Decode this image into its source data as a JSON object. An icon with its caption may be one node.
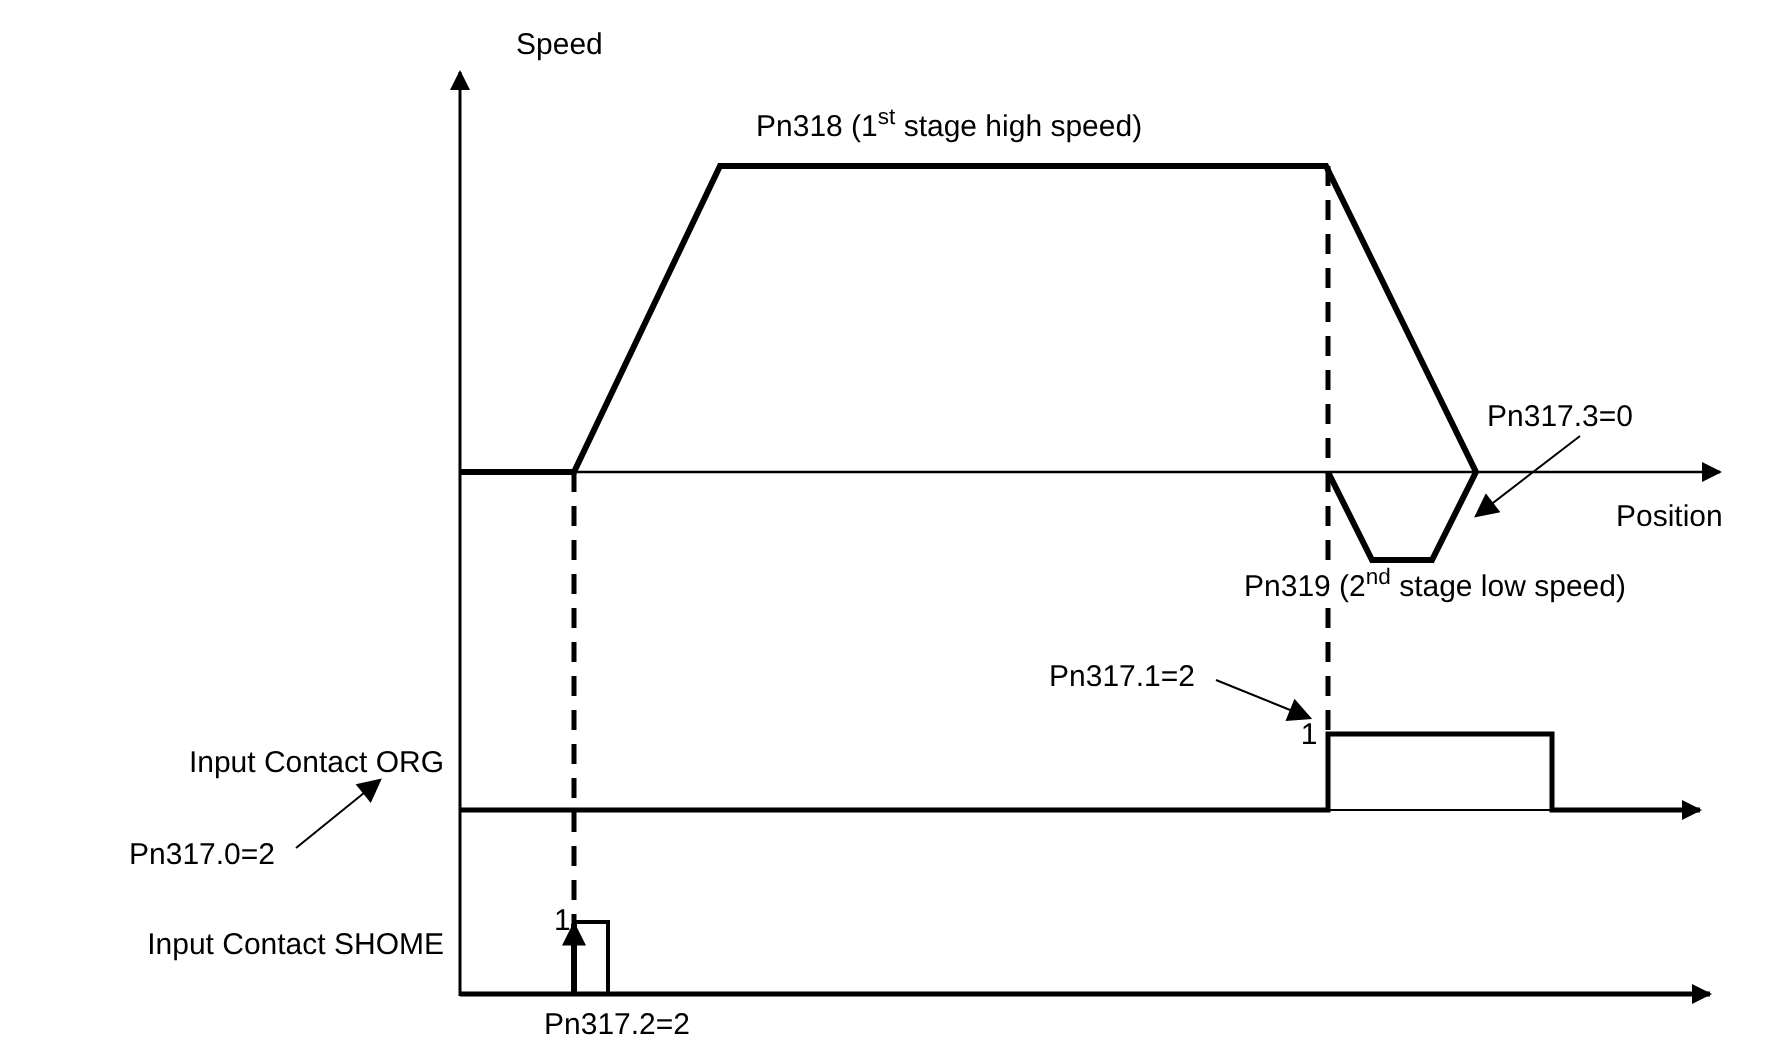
{
  "diagram": {
    "nodes": [
      {
        "text": [
          "Pn317.3=0"
        ]
      },
      {
        "text": [
          "Pn317.1=2"
        ]
      },
      {
        "text": [
          "1"
        ]
      },
      {
        "text": [
          "Input Contact ORG"
        ]
      },
      {
        "text": [
          "Pn317.0=2"
        ]
      }
    ],
    "edges": [
      {
        "from": 0,
        "to": null,
        "arrow": "to"
      },
      {
        "from": 1,
        "to": 2,
        "arrow": "to"
      },
      {
        "from": 4,
        "to": 3,
        "arrow": "to"
      }
    ],
    "labels": [
      "Speed",
      "Pn318 (1$^{st}$ stage high speed)",
      "Position",
      "Pn319 (2$^{nd}$ stage low speed)",
      "1",
      "Input Contact SHOME",
      "Pn317.2=2"
    ]
  }
}
